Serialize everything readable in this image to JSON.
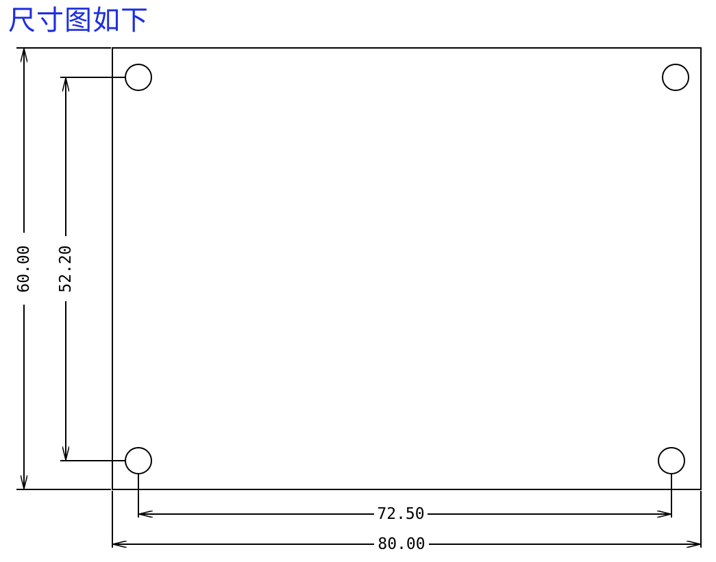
{
  "title": "尺寸图如下",
  "colors": {
    "title": "#1c2ee0",
    "line": "#000000",
    "background": "#ffffff"
  },
  "dimensions": {
    "overall_height": "60.00",
    "hole_spacing_vertical": "52.20",
    "hole_spacing_horizontal": "72.50",
    "overall_width": "80.00"
  }
}
